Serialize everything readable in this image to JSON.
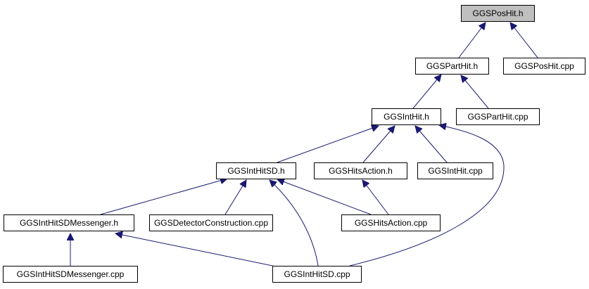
{
  "colors": {
    "edge": "#191970",
    "node_border": "#000000",
    "node_fill": "#ffffff",
    "root_fill": "#bfbfbf",
    "text": "#000000"
  },
  "nodes": {
    "ggsposhit_h": "GGSPosHit.h",
    "ggsparthit_h": "GGSPartHit.h",
    "ggsposhit_cpp": "GGSPosHit.cpp",
    "ggsinthit_h": "GGSIntHit.h",
    "ggsparthit_cpp": "GGSPartHit.cpp",
    "ggsinthitsd_h": "GGSIntHitSD.h",
    "ggshitsaction_h": "GGSHitsAction.h",
    "ggsinthit_cpp": "GGSIntHit.cpp",
    "ggsinthitsdmessenger_h": "GGSIntHitSDMessenger.h",
    "ggsdetectorconstruction_cpp": "GGSDetectorConstruction.cpp",
    "ggshitsaction_cpp": "GGSHitsAction.cpp",
    "ggsinthitsdmessenger_cpp": "GGSIntHitSDMessenger.cpp",
    "ggsinthitsd_cpp": "GGSIntHitSD.cpp"
  },
  "edges": [
    [
      "ggsparthit_h",
      "ggsposhit_h"
    ],
    [
      "ggsposhit_cpp",
      "ggsposhit_h"
    ],
    [
      "ggsinthit_h",
      "ggsparthit_h"
    ],
    [
      "ggsparthit_cpp",
      "ggsparthit_h"
    ],
    [
      "ggsinthitsd_h",
      "ggsinthit_h"
    ],
    [
      "ggshitsaction_h",
      "ggsinthit_h"
    ],
    [
      "ggsinthit_cpp",
      "ggsinthit_h"
    ],
    [
      "ggsinthitsd_cpp",
      "ggsinthit_h"
    ],
    [
      "ggsinthitsdmessenger_h",
      "ggsinthitsd_h"
    ],
    [
      "ggsdetectorconstruction_cpp",
      "ggsinthitsd_h"
    ],
    [
      "ggshitsaction_cpp",
      "ggsinthitsd_h"
    ],
    [
      "ggsinthitsd_cpp",
      "ggsinthitsd_h"
    ],
    [
      "ggshitsaction_cpp",
      "ggshitsaction_h"
    ],
    [
      "ggsinthitsdmessenger_cpp",
      "ggsinthitsdmessenger_h"
    ],
    [
      "ggsinthitsd_cpp",
      "ggsinthitsdmessenger_h"
    ]
  ]
}
